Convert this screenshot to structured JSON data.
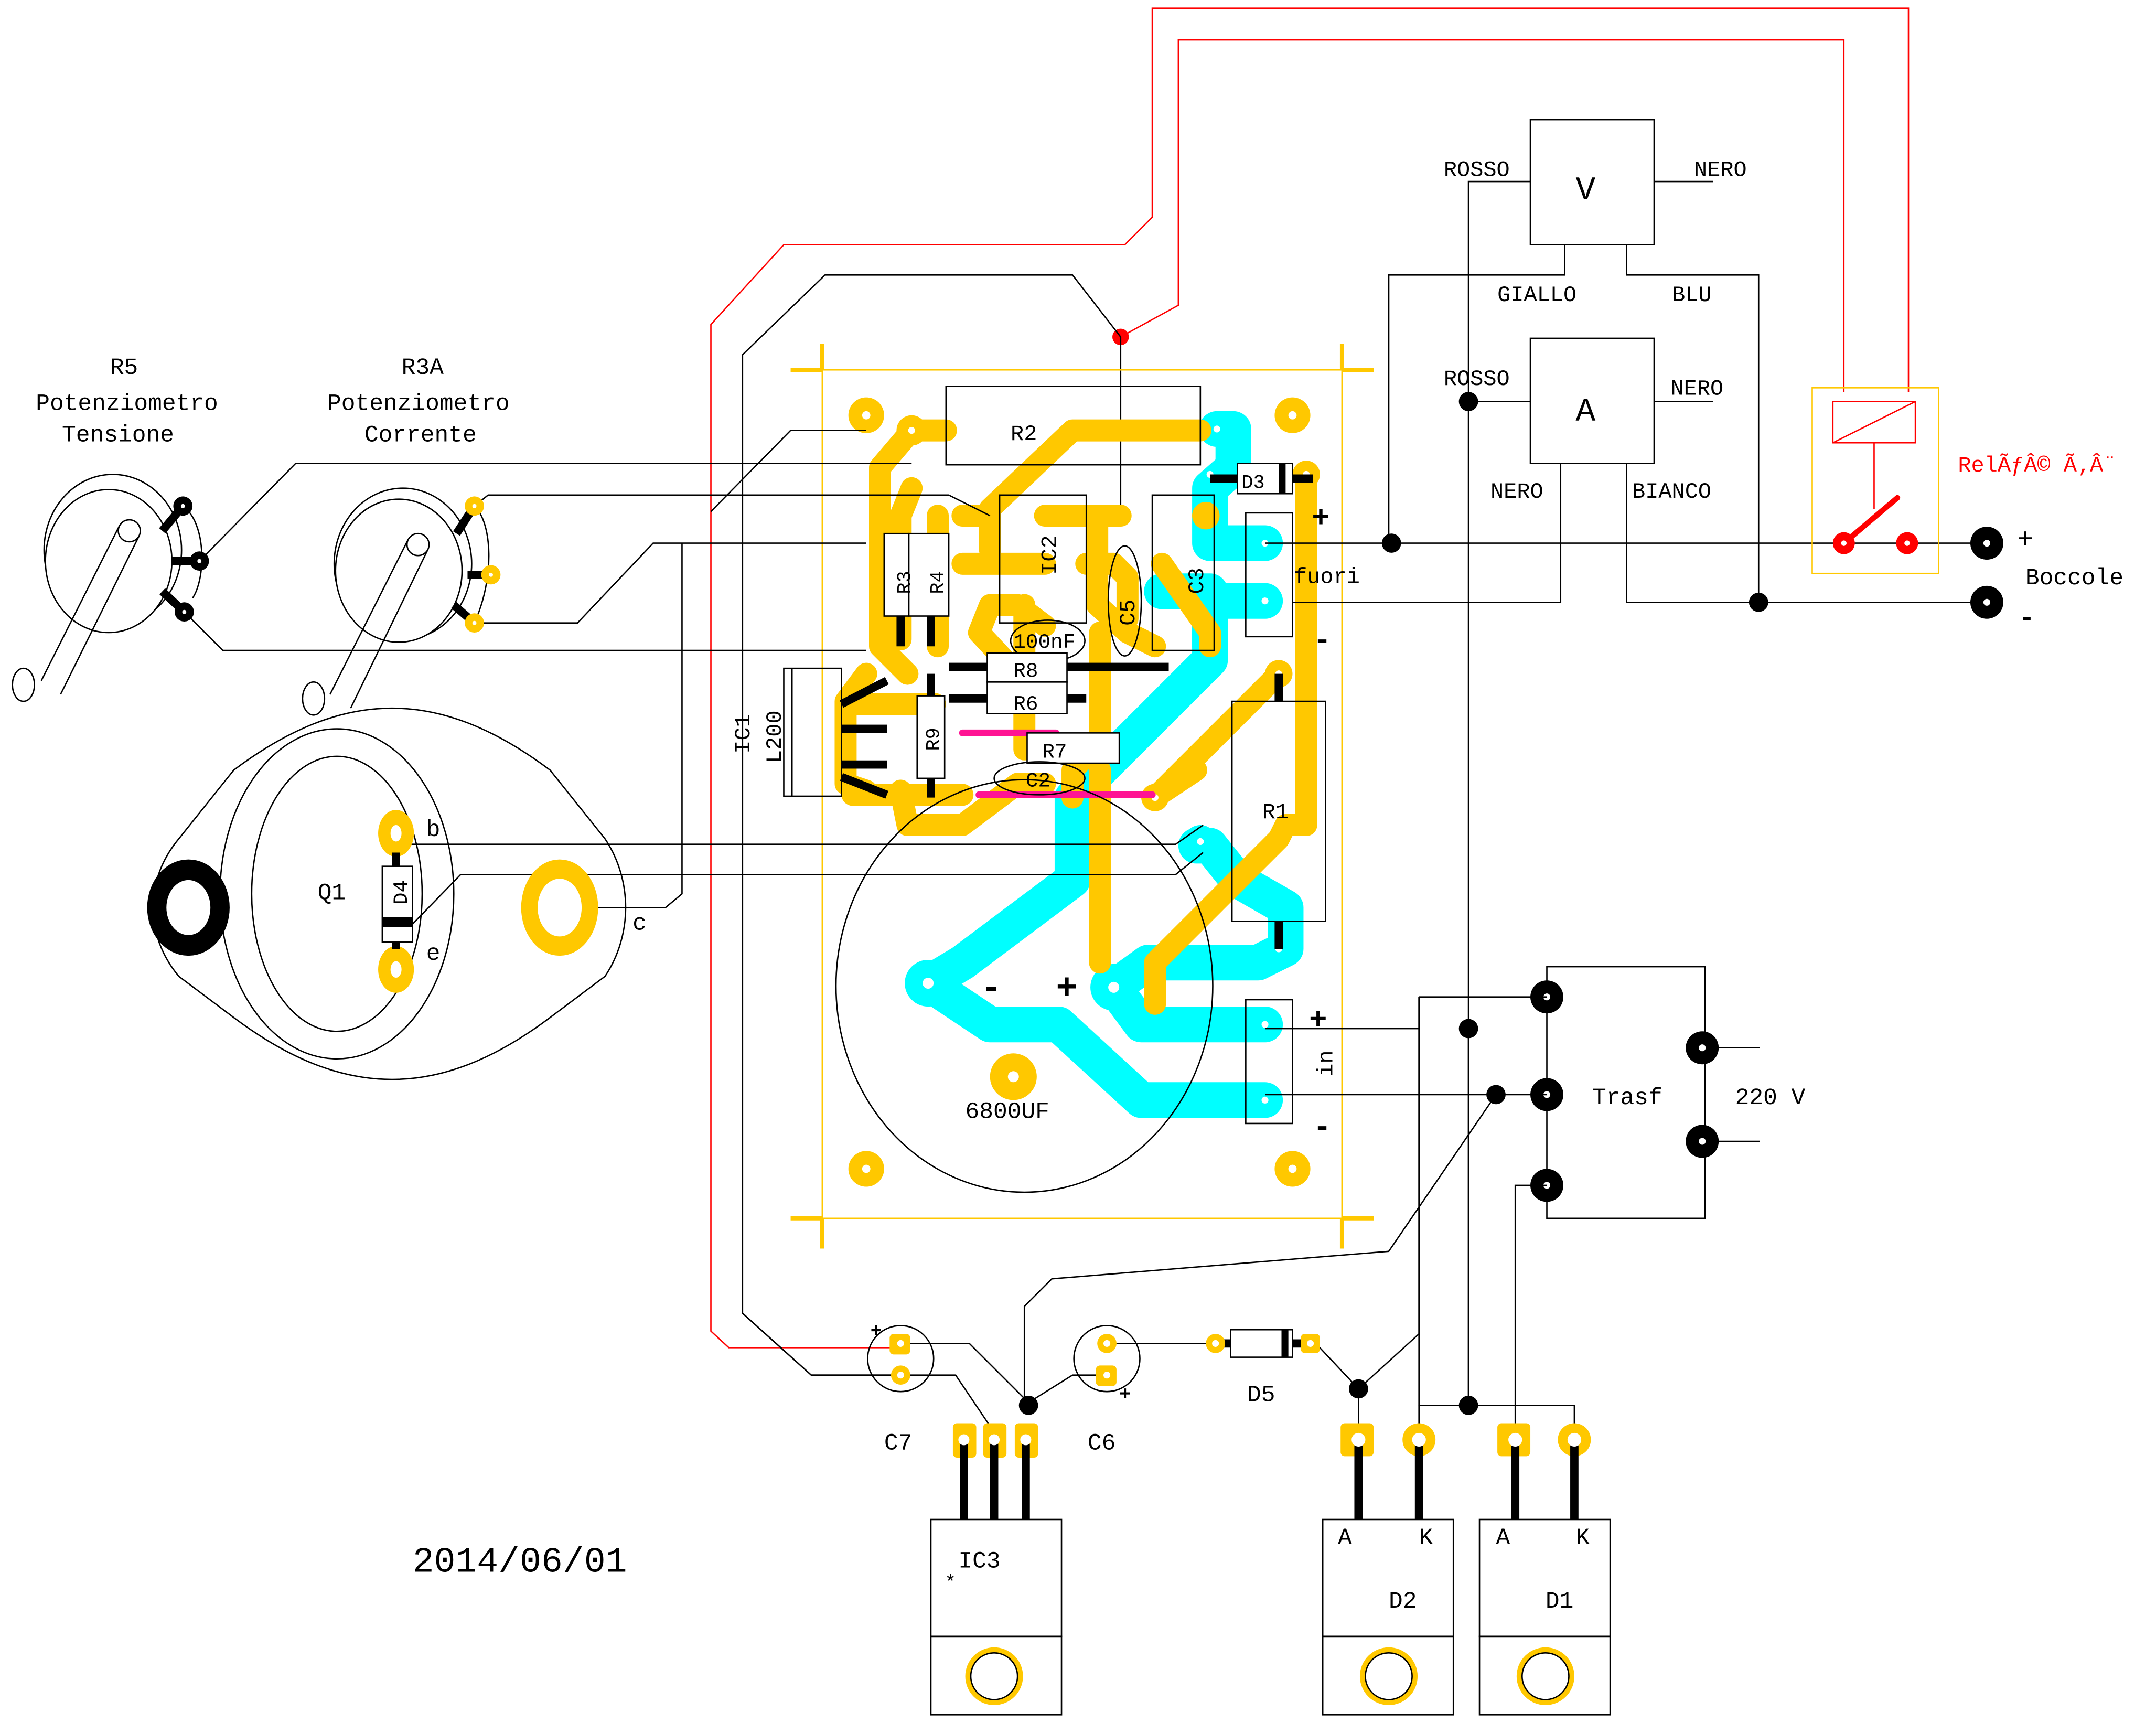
{
  "colors": {
    "copper_top": "#ffc800",
    "copper_bottom": "#00ffff",
    "jumper": "#ff1493",
    "relay": "#ff0000",
    "wire": "#000000"
  },
  "potentiometers": [
    {
      "ref": "R5",
      "line1": "Potenziometro",
      "line2": "Tensione"
    },
    {
      "ref": "R3A",
      "line1": "Potenziometro",
      "line2": "Corrente"
    }
  ],
  "transistor": {
    "ref": "Q1",
    "pin_b": "b",
    "pin_e": "e",
    "pin_c": "c",
    "diode": "D4"
  },
  "pcb": {
    "components": {
      "R2": "R2",
      "D3": "D3",
      "R3": "R3",
      "R4": "R4",
      "IC2": "IC2",
      "C5": "C5",
      "C3": "C3",
      "cap_100nF": "100nF",
      "R8": "R8",
      "R6": "R6",
      "R7": "R7",
      "R9": "R9",
      "C2": "C2",
      "R1": "R1",
      "IC1": "IC1",
      "L200": "L200",
      "big_cap": "6800UF"
    },
    "out_label": "fuori",
    "in_label": "in",
    "plus": "+",
    "minus": "-"
  },
  "meters": {
    "voltmeter": {
      "label": "V",
      "left": "ROSSO",
      "right": "NERO",
      "bottom_left": "GIALLO",
      "bottom_right": "BLU"
    },
    "ammeter": {
      "label": "A",
      "left": "ROSSO",
      "right": "NERO",
      "bottom_left": "NERO",
      "bottom_right": "BIANCO"
    }
  },
  "relay": {
    "label": "RelÃƒÂ© Ã‚Â¨"
  },
  "output_terminals": {
    "label": "Boccole",
    "plus": "+",
    "minus": "-"
  },
  "transformer": {
    "label": "Trasf",
    "mains": "220 V"
  },
  "lower_section": {
    "C7": "C7",
    "C6": "C6",
    "D5": "D5",
    "IC3": "IC3",
    "IC3_mark": "*",
    "plus": "+",
    "D2": {
      "label": "D2",
      "a": "A",
      "k": "K"
    },
    "D1": {
      "label": "D1",
      "a": "A",
      "k": "K"
    }
  },
  "date": "2014/06/01"
}
